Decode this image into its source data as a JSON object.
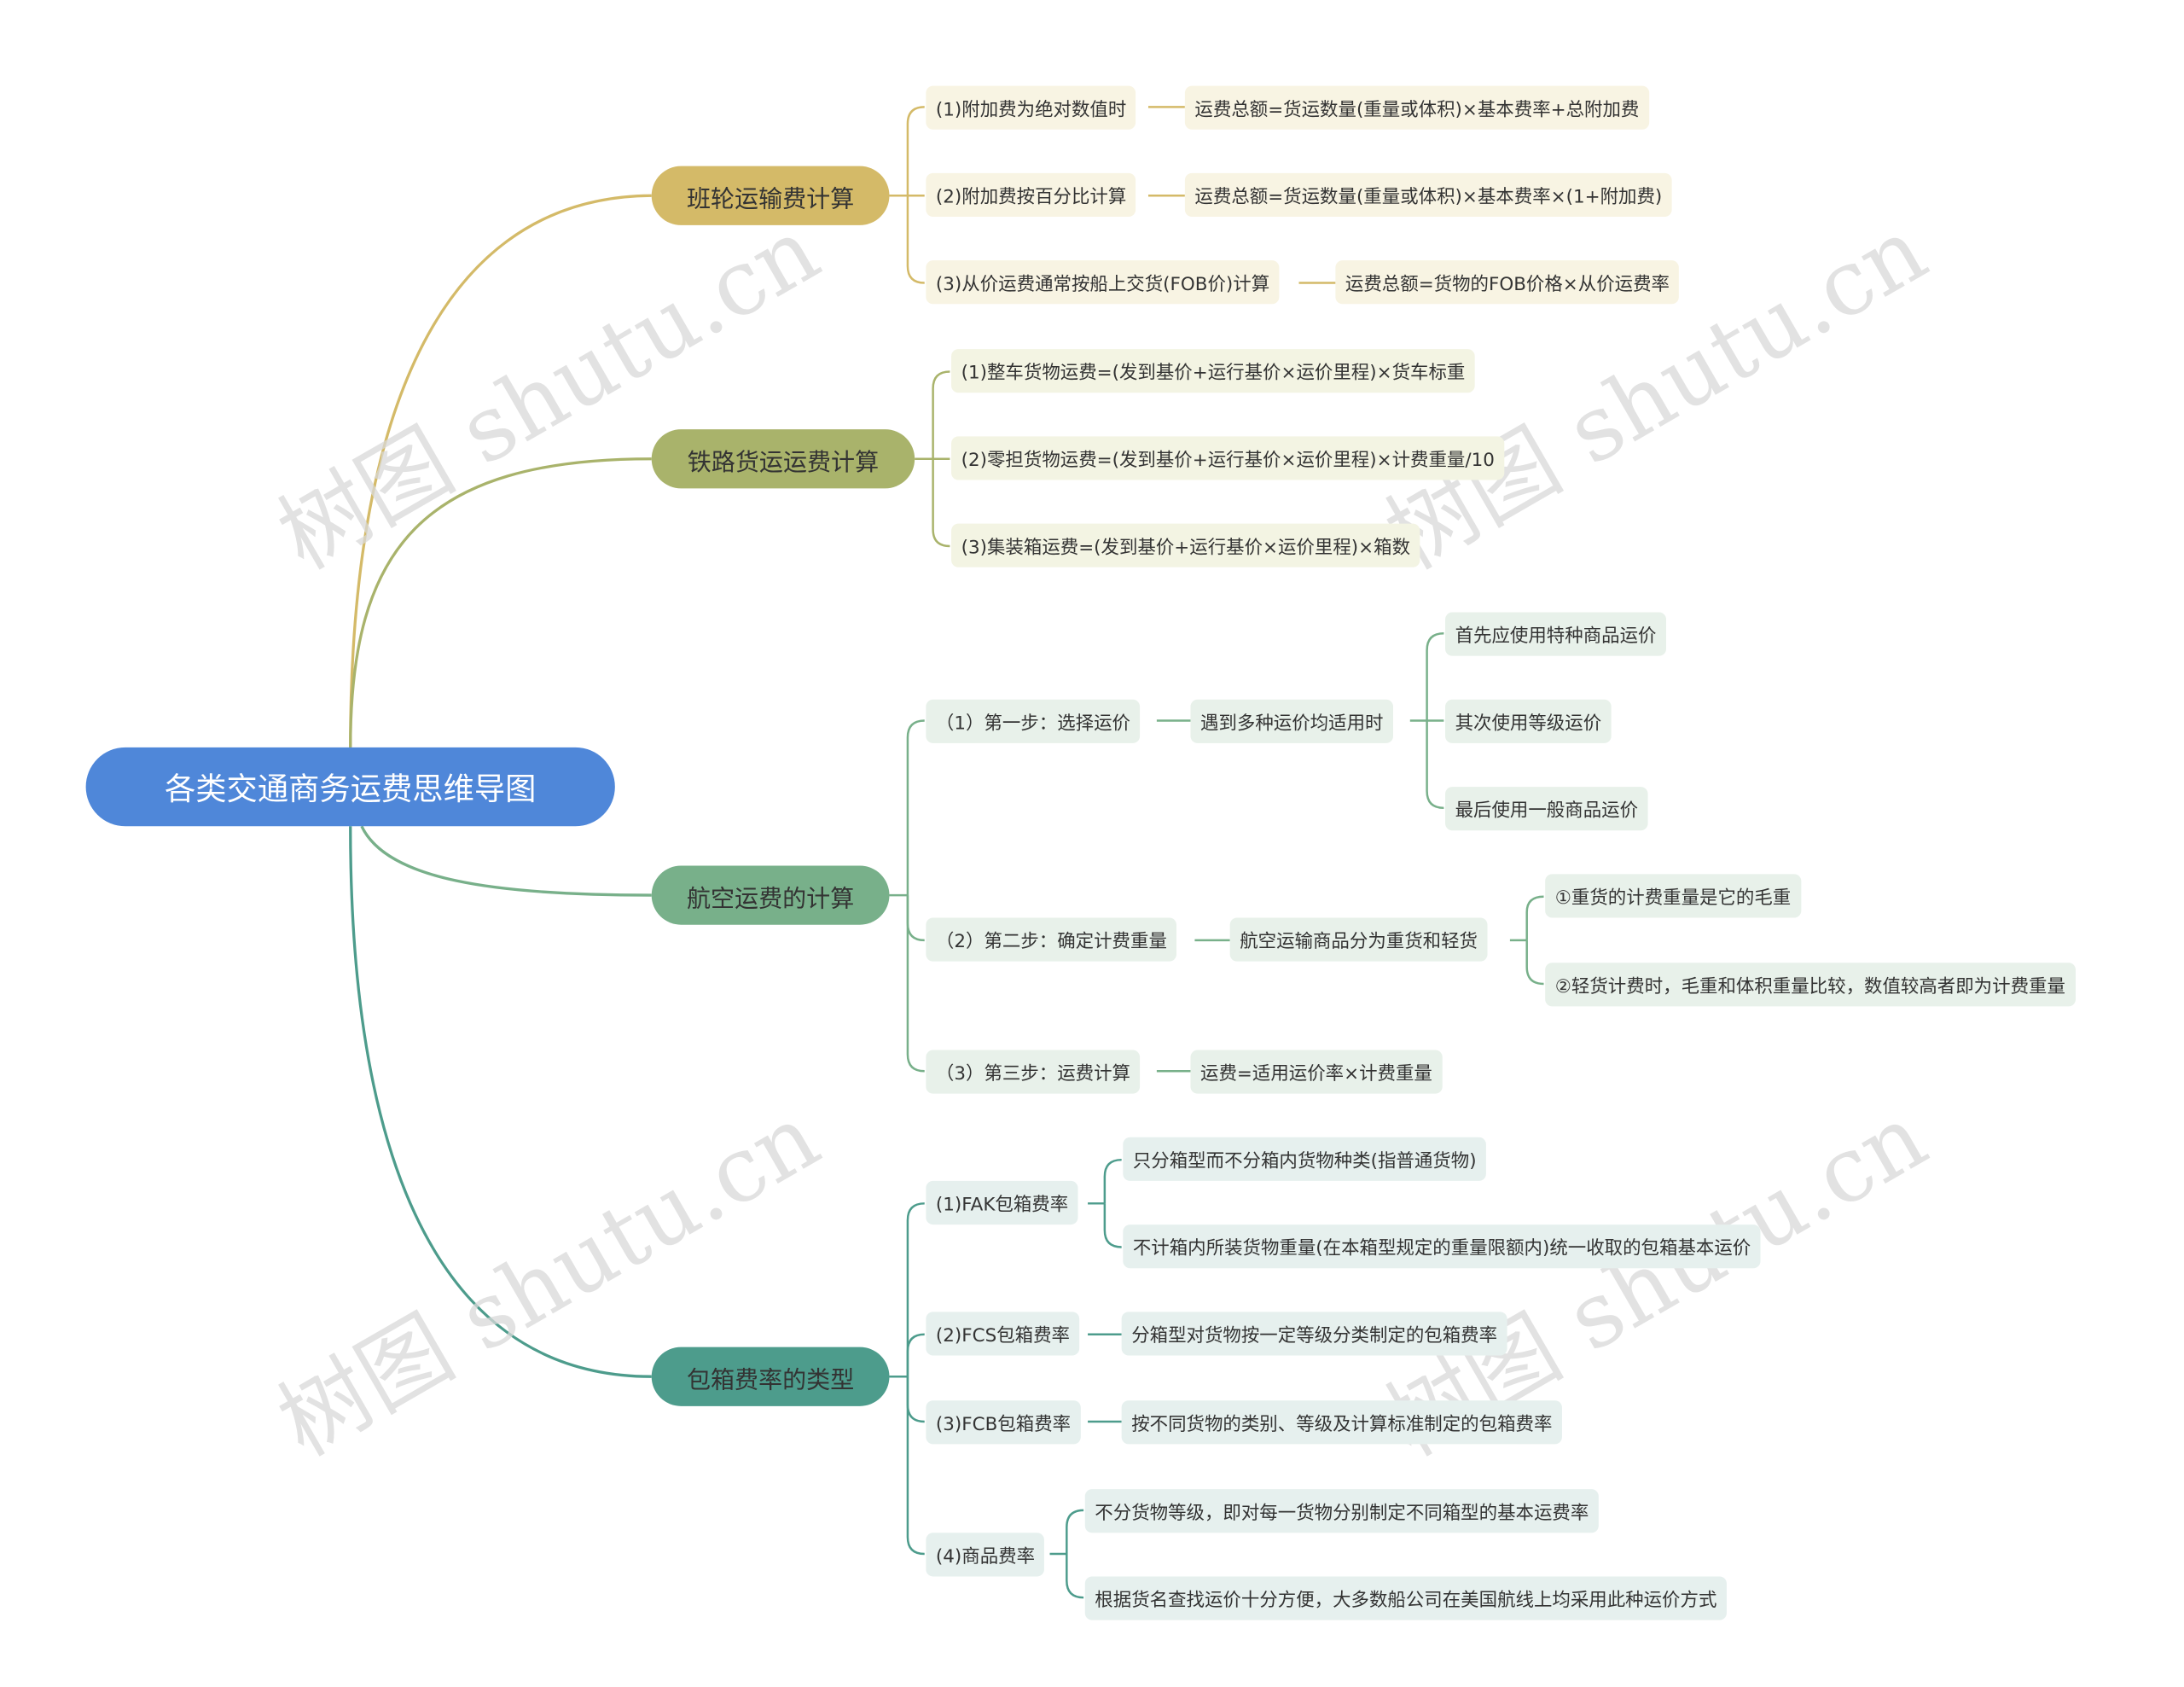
{
  "title": "各类交通商务运费思维导图",
  "colors": {
    "root": "#4f87d9",
    "shipping": "#d4ba68",
    "rail": "#a9b36b",
    "air": "#78b08a",
    "container": "#4d9c8c"
  },
  "watermark": "树图 shutu.cn",
  "branches": {
    "shipping": {
      "label": "班轮运输费计算",
      "items": [
        {
          "label": "(1)附加费为绝对数值时",
          "detail": "运费总额=货运数量(重量或体积)×基本费率+总附加费"
        },
        {
          "label": "(2)附加费按百分比计算",
          "detail": "运费总额=货运数量(重量或体积)×基本费率×(1+附加费)"
        },
        {
          "label": "(3)从价运费通常按船上交货(FOB价)计算",
          "detail": "运费总额=货物的FOB价格×从价运费率"
        }
      ]
    },
    "rail": {
      "label": "铁路货运运费计算",
      "items": [
        "(1)整车货物运费=(发到基价+运行基价×运价里程)×货车标重",
        "(2)零担货物运费=(发到基价+运行基价×运价里程)×计费重量/10",
        "(3)集装箱运费=(发到基价+运行基价×运价里程)×箱数"
      ]
    },
    "air": {
      "label": "航空运费的计算",
      "steps": [
        {
          "label": "（1）第一步：选择运价",
          "detail": "遇到多种运价均适用时",
          "children": [
            "首先应使用特种商品运价",
            "其次使用等级运价",
            "最后使用一般商品运价"
          ]
        },
        {
          "label": "（2）第二步：确定计费重量",
          "detail": "航空运输商品分为重货和轻货",
          "children": [
            "①重货的计费重量是它的毛重",
            "②轻货计费时，毛重和体积重量比较，数值较高者即为计费重量"
          ]
        },
        {
          "label": "（3）第三步：运费计算",
          "detail": "运费=适用运价率×计费重量"
        }
      ]
    },
    "container": {
      "label": "包箱费率的类型",
      "items": [
        {
          "label": "(1)FAK包箱费率",
          "children": [
            "只分箱型而不分箱内货物种类(指普通货物)",
            "不计箱内所装货物重量(在本箱型规定的重量限额内)统一收取的包箱基本运价"
          ]
        },
        {
          "label": "(2)FCS包箱费率",
          "children": [
            "分箱型对货物按一定等级分类制定的包箱费率"
          ]
        },
        {
          "label": "(3)FCB包箱费率",
          "children": [
            "按不同货物的类别、等级及计算标准制定的包箱费率"
          ]
        },
        {
          "label": "(4)商品费率",
          "children": [
            "不分货物等级，即对每一货物分别制定不同箱型的基本运费率",
            "根据货名查找运价十分方便，大多数船公司在美国航线上均采用此种运价方式"
          ]
        }
      ]
    }
  }
}
